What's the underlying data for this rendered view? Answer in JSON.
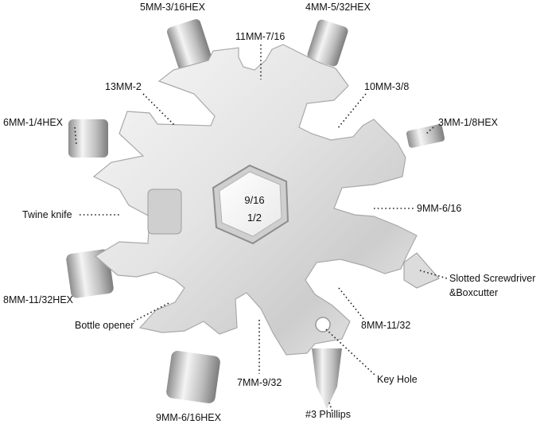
{
  "center": {
    "top": "9/16",
    "bottom": "1/2"
  },
  "labels": {
    "hex_5mm": "5MM-3/16HEX",
    "hex_4mm": "4MM-5/32HEX",
    "w_11mm": "11MM-7/16",
    "w_13mm": "13MM-2",
    "w_10mm": "10MM-3/8",
    "hex_6mm": "6MM-1/4HEX",
    "hex_3mm": "3MM-1/8HEX",
    "twine": "Twine knife",
    "w_9mm": "9MM-6/16",
    "hex_8mm": "8MM-11/32HEX",
    "slotted_1": "Slotted Screwdriver",
    "slotted_2": "&Boxcutter",
    "bottle": "Bottle opener",
    "w_8mm": "8MM-11/32",
    "keyhole": "Key Hole",
    "w_7mm": "7MM-9/32",
    "hex_9mm": "9MM-6/16HEX",
    "phillips": "#3 Phillips"
  },
  "colors": {
    "steel_light": "#f2f2f2",
    "steel_mid": "#d2d2d2",
    "steel_dark": "#9a9a9a",
    "text": "#111111"
  }
}
